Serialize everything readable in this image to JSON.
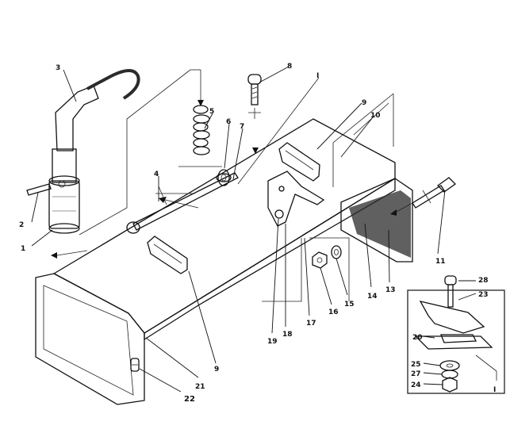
{
  "callouts": {
    "c1": "1",
    "c2": "2",
    "c3": "3",
    "c4": "4",
    "c5": "5",
    "c6": "6",
    "c7": "7",
    "c8": "8",
    "c9a": "9",
    "c9b": "9",
    "c10": "10",
    "c11": "11",
    "c13": "13",
    "c14": "14",
    "c15": "15",
    "c16": "16",
    "c17": "17",
    "c18": "18",
    "c19": "19",
    "c20": "20",
    "c21": "21",
    "c22": "22",
    "c23": "23",
    "c24": "24",
    "c25": "25",
    "c27": "27",
    "c28": "28"
  },
  "marks": {
    "roman_top": "I",
    "roman_inset": "I"
  },
  "colors": {
    "ink": "#111111",
    "paper": "#ffffff",
    "hatch": "#8a8a8a",
    "dark": "#2b2b2b"
  }
}
